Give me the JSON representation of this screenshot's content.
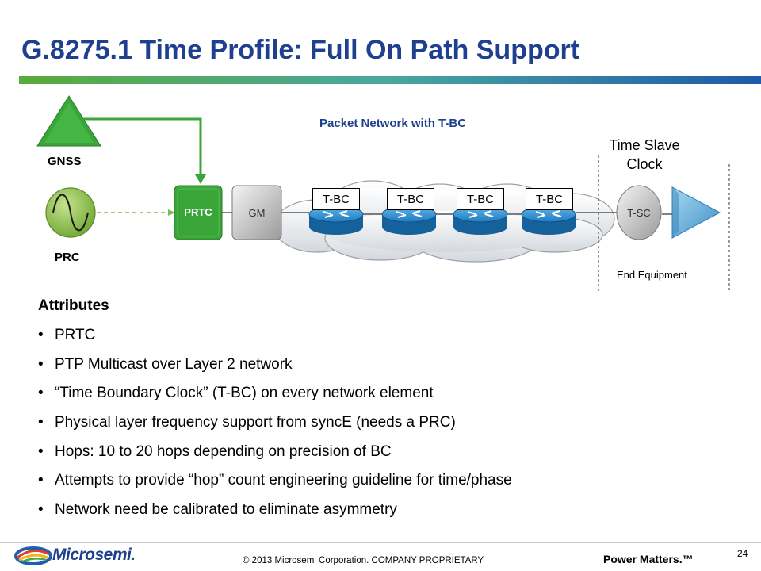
{
  "slide": {
    "title": "G.8275.1 Time Profile:  Full On Path Support",
    "page_number": "24"
  },
  "diagram": {
    "network_label": "Packet Network  with T-BC",
    "time_slave_clock_line1": "Time Slave",
    "time_slave_clock_line2": "Clock",
    "gnss_label": "GNSS",
    "prc_label": "PRC",
    "prtc_label": "PRTC",
    "gm_label": "GM",
    "tbc_labels": [
      "T-BC",
      "T-BC",
      "T-BC",
      "T-BC"
    ],
    "tsc_label": "T-SC",
    "end_equipment_label": "End  Equipment"
  },
  "attributes": {
    "heading": "Attributes",
    "items": [
      "PRTC",
      "PTP Multicast over Layer 2 network",
      "“Time Boundary Clock”  (T-BC)  on every network element",
      "Physical layer frequency support from syncE (needs a PRC)",
      "Hops:  10  to 20 hops depending on precision of BC",
      "Attempts to provide “hop” count  engineering guideline for time/phase",
      "Network need be calibrated to eliminate asymmetry"
    ]
  },
  "footer": {
    "logo_text": "Microsemi.",
    "copyright": "© 2013 Microsemi Corporation. COMPANY PROPRIETARY",
    "tagline": "Power Matters.™"
  },
  "colors": {
    "title_blue": "#1f3f8f",
    "network_label_blue": "#1f3f8f",
    "gnss_green": "#3aa63a",
    "prtc_green": "#3aa63a",
    "prc_green": "#8cc04a",
    "router_blue": "#1a74b8",
    "end_equipment_blue": "#5aa7d6"
  }
}
